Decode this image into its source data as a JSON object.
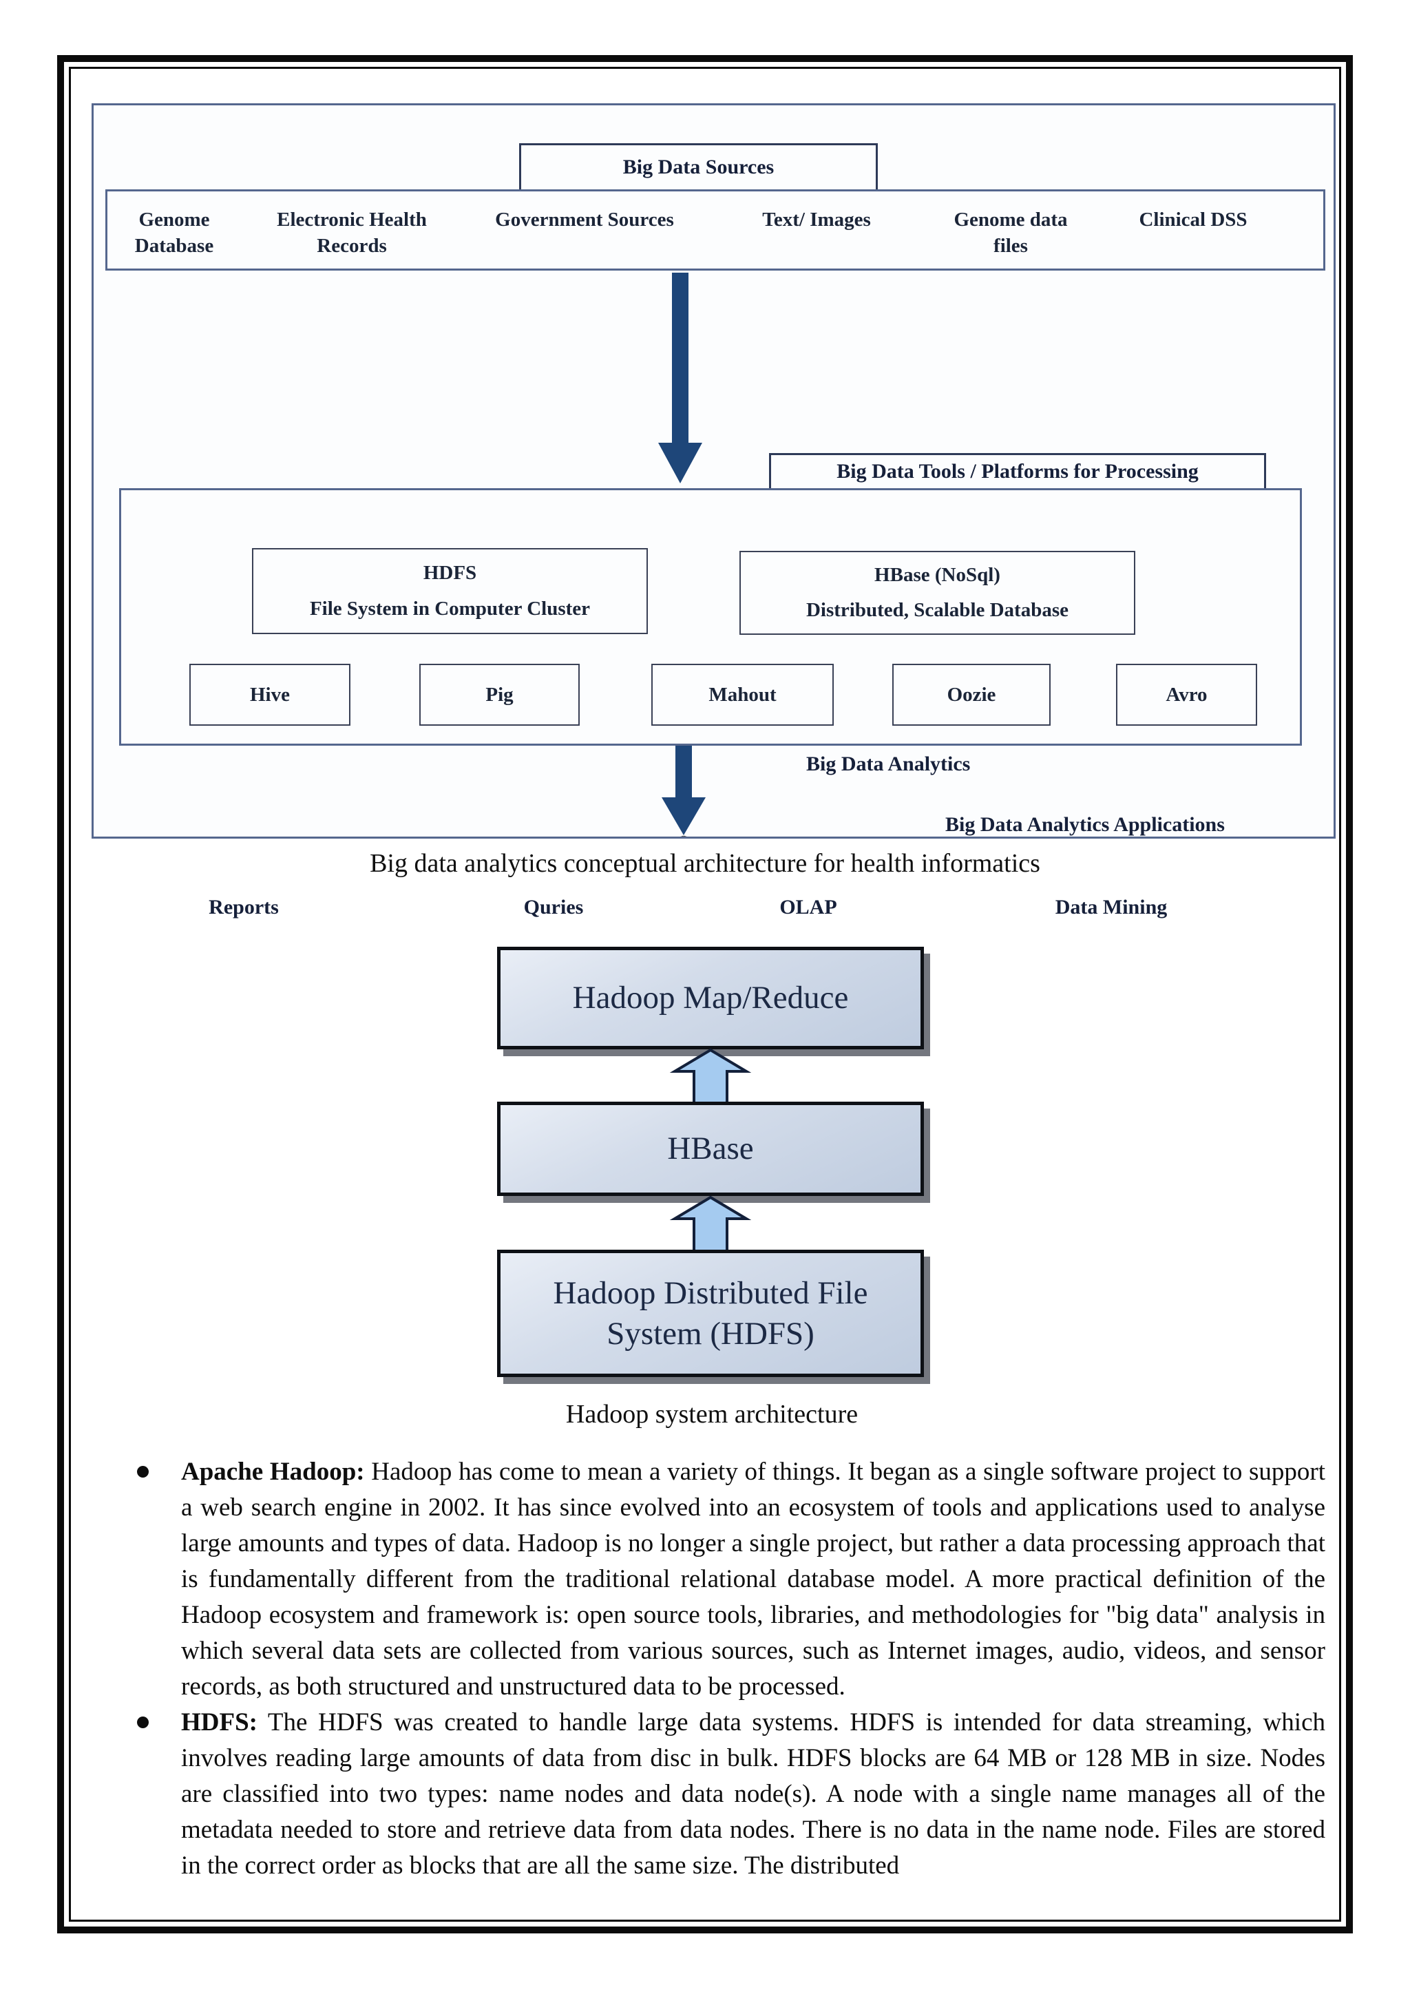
{
  "page": {
    "caption1": "Big data analytics conceptual architecture for health informatics",
    "caption2": "Hadoop system architecture"
  },
  "diagram1": {
    "sources_label": "Big Data Sources",
    "sources": [
      "Genome\nDatabase",
      "Electronic Health\nRecords",
      "Government Sources",
      "Text/ Images",
      "Genome data\nfiles",
      "Clinical DSS"
    ],
    "tools_label": "Big Data Tools / Platforms for Processing",
    "hdfs_box": {
      "title": "HDFS",
      "subtitle": "File System in Computer Cluster"
    },
    "hbase_box": {
      "title": "HBase (NoSql)",
      "subtitle": "Distributed, Scalable Database"
    },
    "tools": [
      "Hive",
      "Pig",
      "Mahout",
      "Oozie",
      "Avro"
    ],
    "analytics_label": "Big Data Analytics",
    "applications_label": "Big Data Analytics Applications",
    "outputs": [
      "Reports",
      "Quries",
      "OLAP",
      "Data Mining"
    ]
  },
  "diagram2": {
    "boxes": [
      "Hadoop Map/Reduce",
      "HBase",
      "Hadoop Distributed File System (HDFS)"
    ]
  },
  "bullets": [
    {
      "lead": "Apache Hadoop:",
      "body": " Hadoop has come to mean a variety of things. It began as a single software project to support a web search engine in 2002. It has since evolved into an ecosystem of tools and applications used to analyse large amounts and types of data. Hadoop is no longer a single project, but rather a data processing approach that is fundamentally different from the traditional relational database model. A more practical definition of the Hadoop ecosystem and framework is: open source tools, libraries, and methodologies for \"big data\" analysis in which several data sets are collected from various sources, such as Internet images, audio, videos, and sensor records, as both structured and unstructured data to be processed."
    },
    {
      "lead": "HDFS:",
      "body": " The HDFS was created to handle large data systems. HDFS is intended for data streaming, which involves reading large amounts of data from disc in bulk. HDFS blocks are 64 MB or 128 MB in size. Nodes are classified into two types: name nodes and data node(s). A node with a single name manages all of the metadata needed to store and retrieve data from data nodes. There is no data in the name node. Files are stored in the correct order as blocks that are all the same size. The distributed"
    }
  ],
  "colors": {
    "frame": "#0b0b0b",
    "diagram_border": "#55678e",
    "label_border": "#2e3a58",
    "thick_arrow": "#1e4679",
    "thin_arrow": "#4a4a4a",
    "stack_box_fill": "#cdd8e7",
    "stack_box_border": "#0d1015",
    "up_arrow_fill": "#a5cbf0",
    "up_arrow_stroke": "#13203a",
    "diagram_text": "#16203a",
    "body_text": "#0e0e0e"
  }
}
